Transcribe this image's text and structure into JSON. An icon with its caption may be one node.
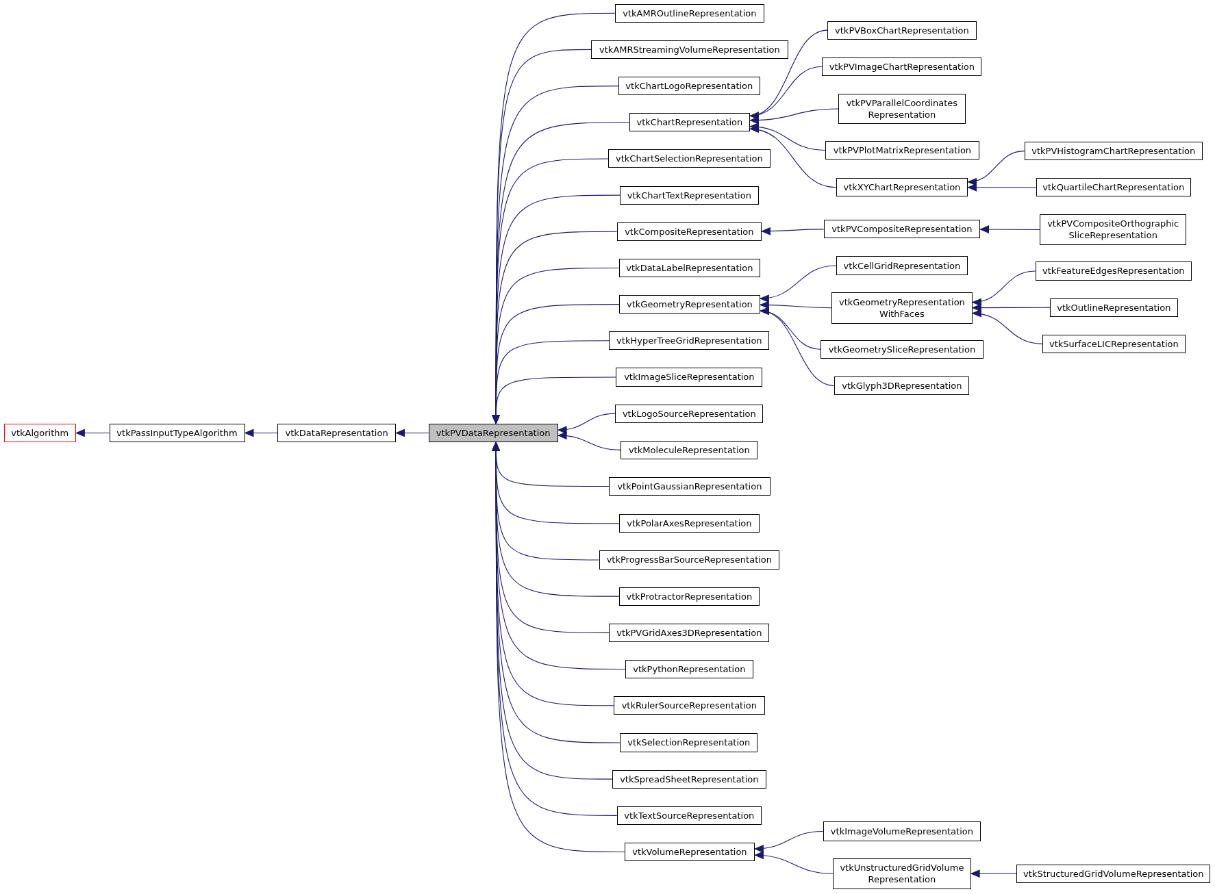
{
  "diagram": {
    "nodes": [
      {
        "text": [
          "vtkAlgorithm"
        ]
      },
      {
        "text": [
          "vtkPassInputTypeAlgorithm"
        ]
      },
      {
        "text": [
          "vtkDataRepresentation"
        ]
      },
      {
        "text": [
          "vtkPVDataRepresentation"
        ]
      },
      {
        "text": [
          "vtkAMROutlineRepresentation"
        ]
      },
      {
        "text": [
          "vtkAMRStreamingVolumeRepresentation"
        ]
      },
      {
        "text": [
          "vtkChartLogoRepresentation"
        ]
      },
      {
        "text": [
          "vtkChartRepresentation"
        ]
      },
      {
        "text": [
          "vtkChartSelectionRepresentation"
        ]
      },
      {
        "text": [
          "vtkChartTextRepresentation"
        ]
      },
      {
        "text": [
          "vtkCompositeRepresentation"
        ]
      },
      {
        "text": [
          "vtkDataLabelRepresentation"
        ]
      },
      {
        "text": [
          "vtkGeometryRepresentation"
        ]
      },
      {
        "text": [
          "vtkHyperTreeGridRepresentation"
        ]
      },
      {
        "text": [
          "vtkImageSliceRepresentation"
        ]
      },
      {
        "text": [
          "vtkLogoSourceRepresentation"
        ]
      },
      {
        "text": [
          "vtkMoleculeRepresentation"
        ]
      },
      {
        "text": [
          "vtkPointGaussianRepresentation"
        ]
      },
      {
        "text": [
          "vtkPolarAxesRepresentation"
        ]
      },
      {
        "text": [
          "vtkProgressBarSourceRepresentation"
        ]
      },
      {
        "text": [
          "vtkProtractorRepresentation"
        ]
      },
      {
        "text": [
          "vtkPVGridAxes3DRepresentation"
        ]
      },
      {
        "text": [
          "vtkPythonRepresentation"
        ]
      },
      {
        "text": [
          "vtkRulerSourceRepresentation"
        ]
      },
      {
        "text": [
          "vtkSelectionRepresentation"
        ]
      },
      {
        "text": [
          "vtkSpreadSheetRepresentation"
        ]
      },
      {
        "text": [
          "vtkTextSourceRepresentation"
        ]
      },
      {
        "text": [
          "vtkVolumeRepresentation"
        ]
      },
      {
        "text": [
          "vtkPVBoxChartRepresentation"
        ]
      },
      {
        "text": [
          "vtkPVImageChartRepresentation"
        ]
      },
      {
        "text": [
          "vtkPVParallelCoordinates Representation"
        ]
      },
      {
        "text": [
          "vtkPVPlotMatrixRepresentation"
        ]
      },
      {
        "text": [
          "vtkXYChartRepresentation"
        ]
      },
      {
        "text": [
          "vtkPVCompositeRepresentation"
        ]
      },
      {
        "text": [
          "vtkCellGridRepresentation"
        ]
      },
      {
        "text": [
          "vtkGeometryRepresentation WithFaces"
        ]
      },
      {
        "text": [
          "vtkGeometrySliceRepresentation"
        ]
      },
      {
        "text": [
          "vtkGlyph3DRepresentation"
        ]
      },
      {
        "text": [
          "vtkImageVolumeRepresentation"
        ]
      },
      {
        "text": [
          "vtkUnstructuredGridVolume Representation"
        ]
      },
      {
        "text": [
          "vtkPVHistogramChartRepresentation"
        ]
      },
      {
        "text": [
          "vtkQuartileChartRepresentation"
        ]
      },
      {
        "text": [
          "vtkPVCompositeOrthographic SliceRepresentation"
        ]
      },
      {
        "text": [
          "vtkFeatureEdgesRepresentation"
        ]
      },
      {
        "text": [
          "vtkOutlineRepresentation"
        ]
      },
      {
        "text": [
          "vtkSurfaceLICRepresentation"
        ]
      },
      {
        "text": [
          "vtkStructuredGridVolumeRepresentation"
        ]
      }
    ],
    "edges": [
      {
        "from": 1,
        "to": 0,
        "arrow": "to"
      },
      {
        "from": 2,
        "to": 1,
        "arrow": "to"
      },
      {
        "from": 3,
        "to": 2,
        "arrow": "to"
      },
      {
        "from": 4,
        "to": 3,
        "arrow": "to"
      },
      {
        "from": 5,
        "to": 3,
        "arrow": "to"
      },
      {
        "from": 6,
        "to": 3,
        "arrow": "to"
      },
      {
        "from": 7,
        "to": 3,
        "arrow": "to"
      },
      {
        "from": 8,
        "to": 3,
        "arrow": "to"
      },
      {
        "from": 9,
        "to": 3,
        "arrow": "to"
      },
      {
        "from": 10,
        "to": 3,
        "arrow": "to"
      },
      {
        "from": 11,
        "to": 3,
        "arrow": "to"
      },
      {
        "from": 12,
        "to": 3,
        "arrow": "to"
      },
      {
        "from": 13,
        "to": 3,
        "arrow": "to"
      },
      {
        "from": 14,
        "to": 3,
        "arrow": "to"
      },
      {
        "from": 15,
        "to": 3,
        "arrow": "to"
      },
      {
        "from": 16,
        "to": 3,
        "arrow": "to"
      },
      {
        "from": 17,
        "to": 3,
        "arrow": "to"
      },
      {
        "from": 18,
        "to": 3,
        "arrow": "to"
      },
      {
        "from": 19,
        "to": 3,
        "arrow": "to"
      },
      {
        "from": 20,
        "to": 3,
        "arrow": "to"
      },
      {
        "from": 21,
        "to": 3,
        "arrow": "to"
      },
      {
        "from": 22,
        "to": 3,
        "arrow": "to"
      },
      {
        "from": 23,
        "to": 3,
        "arrow": "to"
      },
      {
        "from": 24,
        "to": 3,
        "arrow": "to"
      },
      {
        "from": 25,
        "to": 3,
        "arrow": "to"
      },
      {
        "from": 26,
        "to": 3,
        "arrow": "to"
      },
      {
        "from": 27,
        "to": 3,
        "arrow": "to"
      },
      {
        "from": 28,
        "to": 7,
        "arrow": "to"
      },
      {
        "from": 29,
        "to": 7,
        "arrow": "to"
      },
      {
        "from": 30,
        "to": 7,
        "arrow": "to"
      },
      {
        "from": 31,
        "to": 7,
        "arrow": "to"
      },
      {
        "from": 32,
        "to": 7,
        "arrow": "to"
      },
      {
        "from": 33,
        "to": 10,
        "arrow": "to"
      },
      {
        "from": 34,
        "to": 12,
        "arrow": "to"
      },
      {
        "from": 35,
        "to": 12,
        "arrow": "to"
      },
      {
        "from": 36,
        "to": 12,
        "arrow": "to"
      },
      {
        "from": 37,
        "to": 12,
        "arrow": "to"
      },
      {
        "from": 38,
        "to": 27,
        "arrow": "to"
      },
      {
        "from": 39,
        "to": 27,
        "arrow": "to"
      },
      {
        "from": 40,
        "to": 32,
        "arrow": "to"
      },
      {
        "from": 41,
        "to": 32,
        "arrow": "to"
      },
      {
        "from": 42,
        "to": 33,
        "arrow": "to"
      },
      {
        "from": 43,
        "to": 35,
        "arrow": "to"
      },
      {
        "from": 44,
        "to": 35,
        "arrow": "to"
      },
      {
        "from": 45,
        "to": 35,
        "arrow": "to"
      },
      {
        "from": 46,
        "to": 39,
        "arrow": "to"
      }
    ]
  }
}
